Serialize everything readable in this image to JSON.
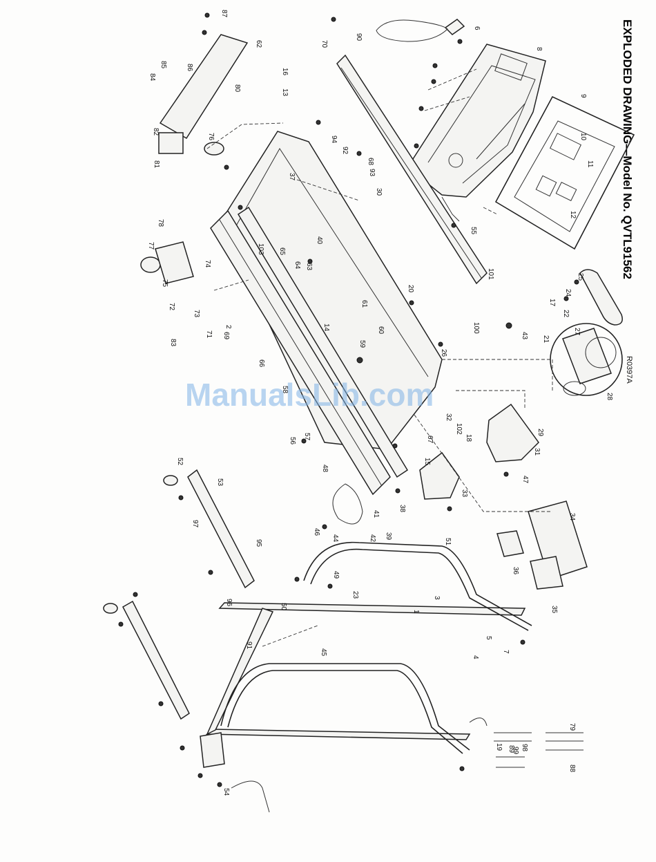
{
  "title": "EXPLODED DRAWING—Model No. QVTL91562",
  "drawing_code": "R0397A",
  "watermark": "ManualsLib.com",
  "parts": [
    "1",
    "2",
    "3",
    "4",
    "5",
    "6",
    "7",
    "8",
    "9",
    "10",
    "11",
    "12",
    "13",
    "14",
    "15",
    "16",
    "17",
    "18",
    "19",
    "20",
    "21",
    "22",
    "23",
    "24",
    "25",
    "26",
    "27",
    "28",
    "29",
    "30",
    "31",
    "32",
    "33",
    "34",
    "35",
    "36",
    "37",
    "38",
    "39",
    "40",
    "41",
    "42",
    "43",
    "44",
    "45",
    "46",
    "47",
    "48",
    "49",
    "50",
    "51",
    "52",
    "53",
    "54",
    "55",
    "56",
    "57",
    "58",
    "59",
    "60",
    "61",
    "62",
    "63",
    "64",
    "65",
    "66",
    "67",
    "68",
    "69",
    "70",
    "71",
    "72",
    "73",
    "74",
    "75",
    "76",
    "77",
    "78",
    "79",
    "80",
    "81",
    "82",
    "83",
    "84",
    "85",
    "86",
    "87",
    "88",
    "89",
    "90",
    "91",
    "92",
    "93",
    "94",
    "95",
    "96",
    "97",
    "98",
    "99",
    "100",
    "101",
    "102",
    "103"
  ]
}
